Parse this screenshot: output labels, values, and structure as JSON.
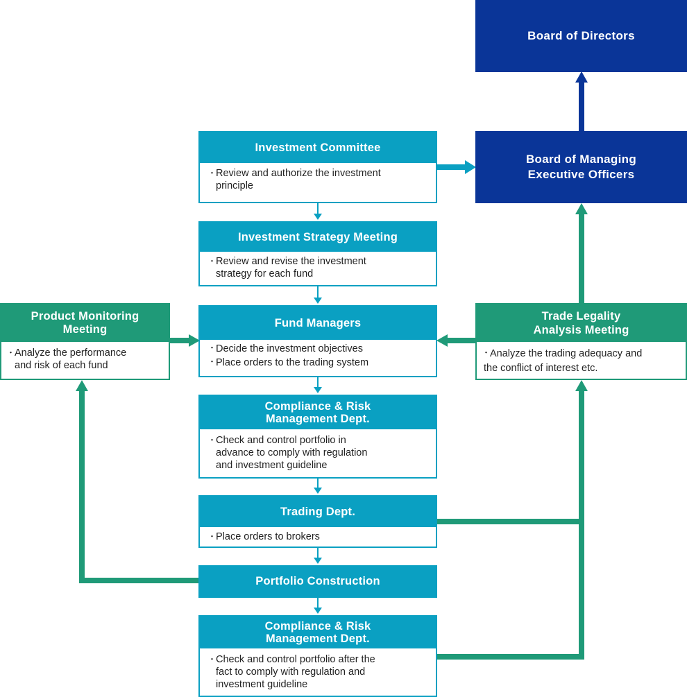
{
  "board_of_directors": "Board of Directors",
  "board_managing": {
    "line1": "Board of Managing",
    "line2": "Executive Officers"
  },
  "investment_committee": {
    "title": "Investment Committee",
    "items": [
      "Review and authorize the investment",
      "principle"
    ]
  },
  "strategy_meeting": {
    "title": "Investment Strategy Meeting",
    "items": [
      "Review and revise the investment",
      "strategy for each fund"
    ]
  },
  "fund_managers": {
    "title": "Fund Managers",
    "items": [
      "Decide the investment objectives",
      "Place orders to the trading system"
    ]
  },
  "compliance_pre": {
    "title1": "Compliance & Risk",
    "title2": "Management Dept.",
    "items": [
      "Check and control portfolio in",
      "advance to comply with regulation",
      "and investment guideline"
    ]
  },
  "trading_dept": {
    "title": "Trading Dept.",
    "items": [
      "Place orders to brokers"
    ]
  },
  "portfolio_construction": "Portfolio Construction",
  "compliance_post": {
    "title1": "Compliance & Risk",
    "title2": "Management Dept.",
    "items": [
      "Check and control portfolio after the",
      "fact to comply with regulation and",
      "investment guideline"
    ]
  },
  "product_monitoring": {
    "title1": "Product Monitoring",
    "title2": "Meeting",
    "items": [
      "Analyze the performance",
      "and risk of each fund"
    ]
  },
  "trade_legality": {
    "title1": "Trade Legality",
    "title2": "Analysis Meeting",
    "items": [
      "Analyze the trading adequacy and",
      "the conflict of interest etc."
    ]
  },
  "bullet": "・",
  "colors": {
    "teal": "#0aa0c2",
    "green": "#1f9a78",
    "navy": "#0a3598"
  }
}
